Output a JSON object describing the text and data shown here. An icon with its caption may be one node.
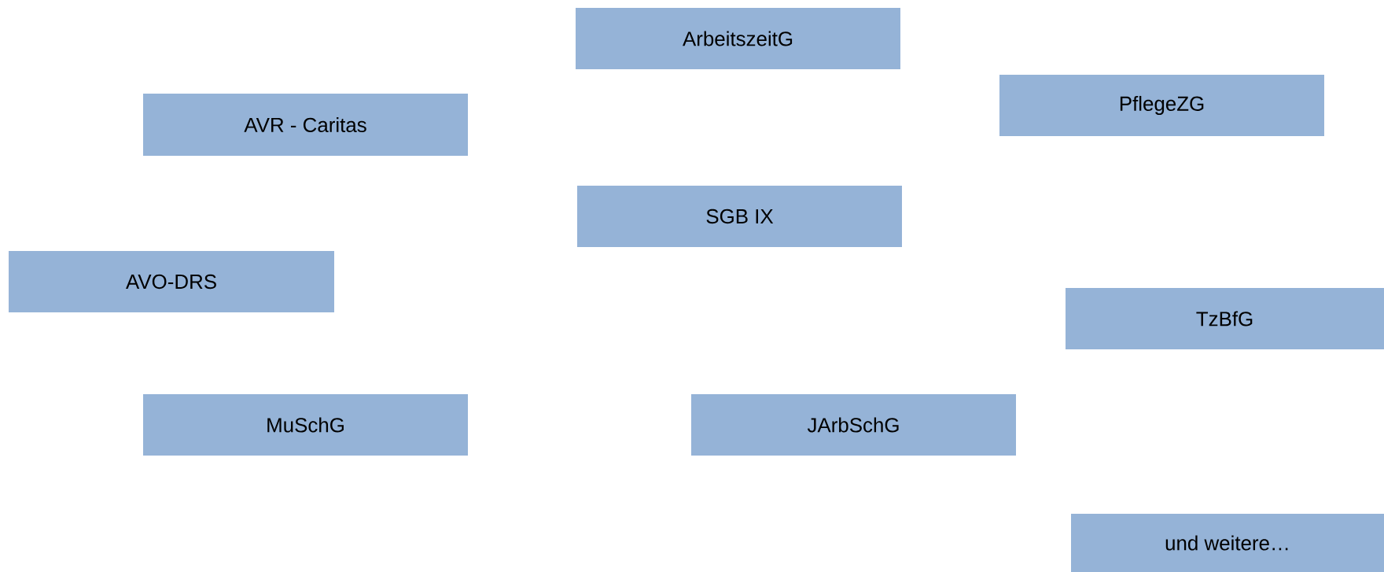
{
  "diagram": {
    "nodes": [
      {
        "text": [
          "ArbeitszeitG"
        ]
      },
      {
        "text": [
          "PflegeZG"
        ]
      },
      {
        "text": [
          "AVR - Caritas"
        ]
      },
      {
        "text": [
          "SGB IX"
        ]
      },
      {
        "text": [
          "AVO-DRS"
        ]
      },
      {
        "text": [
          "TzBfG"
        ]
      },
      {
        "text": [
          "MuSchG"
        ]
      },
      {
        "text": [
          "JArbSchG"
        ]
      },
      {
        "text": [
          "und weitere…"
        ]
      }
    ]
  }
}
